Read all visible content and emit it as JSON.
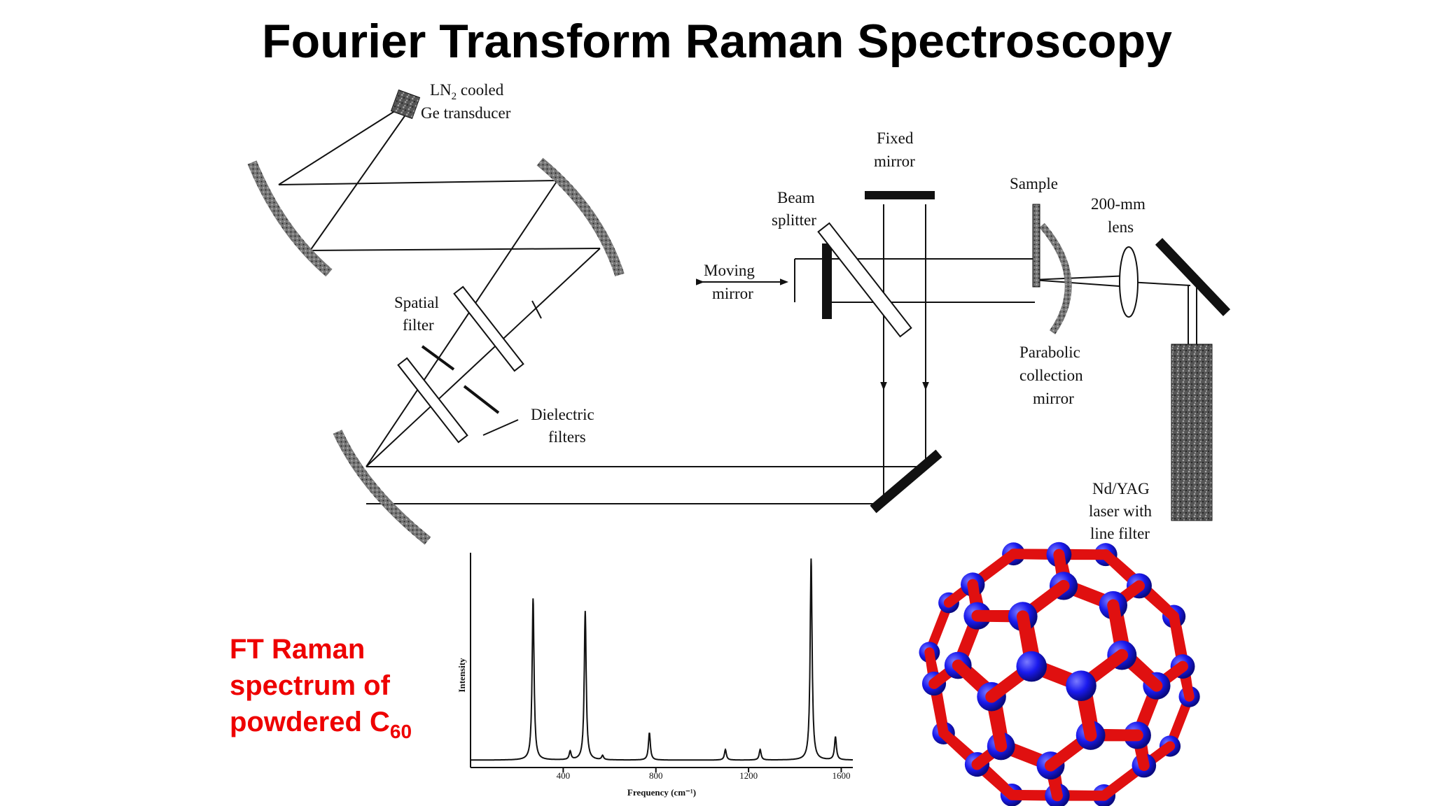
{
  "title": "Fourier Transform Raman Spectroscopy",
  "diagram_labels": {
    "detector_line1": "LN",
    "detector_sub": "2",
    "detector_line1_tail": " cooled",
    "detector_line2": "Ge transducer",
    "fixed_mirror_1": "Fixed",
    "fixed_mirror_2": "mirror",
    "beam_splitter_1": "Beam",
    "beam_splitter_2": "splitter",
    "sample": "Sample",
    "lens_1": "200-mm",
    "lens_2": "lens",
    "moving_mirror_1": "Moving",
    "moving_mirror_2": "mirror",
    "spatial_filter_1": "Spatial",
    "spatial_filter_2": "filter",
    "dielectric_1": "Dielectric",
    "dielectric_2": "filters",
    "parabolic_1": "Parabolic",
    "parabolic_2": "collection",
    "parabolic_3": "mirror",
    "laser_1": "Nd/YAG",
    "laser_2": "laser with",
    "laser_3": "line filter"
  },
  "caption": {
    "line1": "FT Raman",
    "line2": "spectrum of",
    "line3_main": "powdered C",
    "line3_sub": "60"
  },
  "chart_data": {
    "type": "line",
    "xlabel": "Frequency (cm⁻¹)",
    "ylabel": "Intensity",
    "xlim": [
      0,
      1650
    ],
    "ylim": [
      0,
      100
    ],
    "xticks": [
      400,
      800,
      1200,
      1600
    ],
    "peaks": [
      {
        "x": 270,
        "y": 77
      },
      {
        "x": 430,
        "y": 4
      },
      {
        "x": 495,
        "y": 71
      },
      {
        "x": 570,
        "y": 2
      },
      {
        "x": 772,
        "y": 13
      },
      {
        "x": 1100,
        "y": 5
      },
      {
        "x": 1250,
        "y": 5
      },
      {
        "x": 1470,
        "y": 96
      },
      {
        "x": 1575,
        "y": 11
      }
    ]
  },
  "colors": {
    "caption": "#ee0000",
    "bond": "#e01010",
    "atom": "#1a1aee"
  }
}
